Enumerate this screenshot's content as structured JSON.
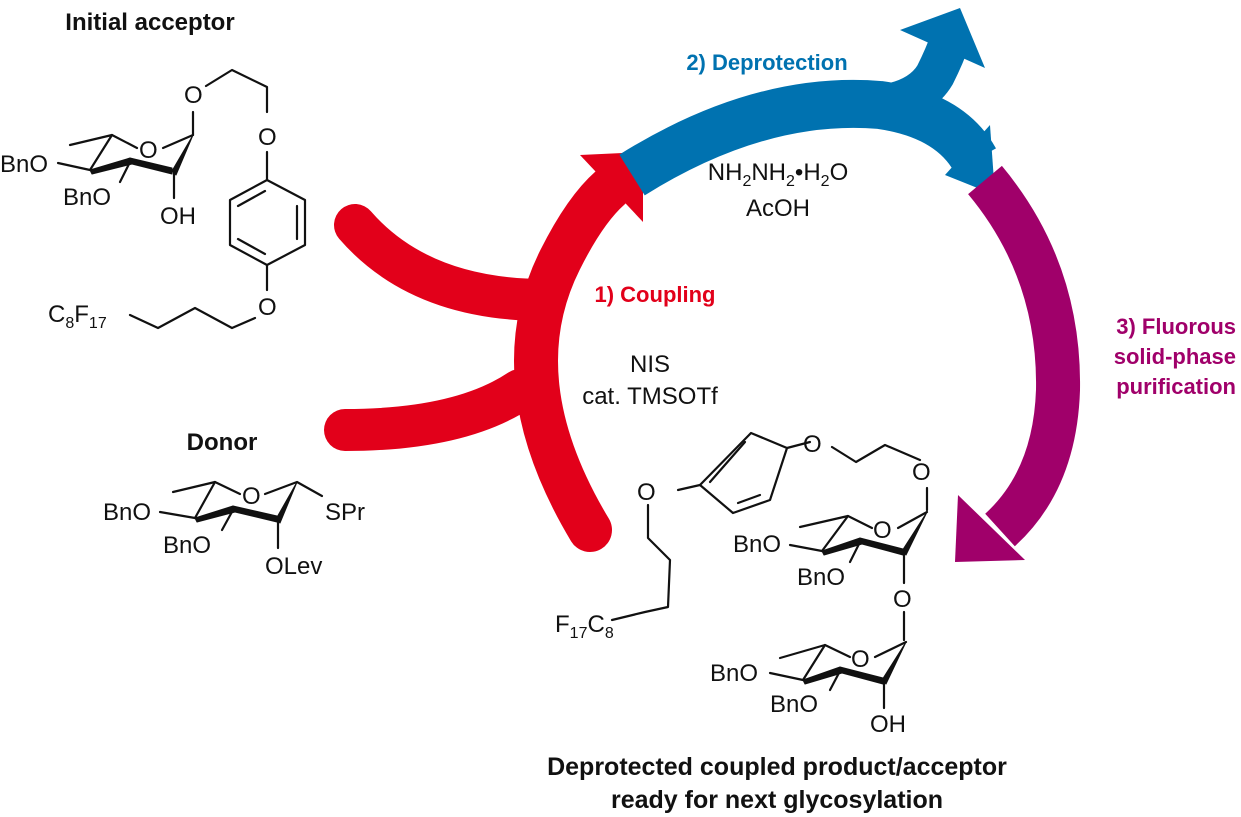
{
  "colors": {
    "coupling": "#e2001a",
    "deprotection": "#0072b0",
    "purification": "#a0006a",
    "text": "#111111"
  },
  "labels": {
    "initial_acceptor": "Initial acceptor",
    "donor": "Donor",
    "step1": "1) Coupling",
    "step2": "2) Deprotection",
    "step3_line1": "3) Fluorous",
    "step3_line2": "solid-phase",
    "step3_line3": "purification",
    "reagents1_line1": "NIS",
    "reagents1_line2": "cat. TMSOTf",
    "reagents2_line2": "AcOH",
    "product_line1": "Deprotected coupled product/acceptor",
    "product_line2": "ready for next glycosylation"
  },
  "reagents2_formula": {
    "parts": [
      "NH",
      "2",
      "NH",
      "2",
      "•H",
      "2",
      "O"
    ]
  },
  "acceptor": {
    "groups": [
      "BnO",
      "BnO",
      "OH",
      "O",
      "O",
      "O",
      "O"
    ],
    "fluorous_tag": {
      "c": "C",
      "c_sub": "8",
      "f": "F",
      "f_sub": "17"
    }
  },
  "donor_struct": {
    "groups": [
      "BnO",
      "BnO",
      "O",
      "SPr",
      "OLev"
    ]
  },
  "product": {
    "groups": [
      "O",
      "O",
      "O",
      "BnO",
      "BnO",
      "O",
      "O",
      "BnO",
      "BnO",
      "O",
      "OH"
    ],
    "fluorous_tag": {
      "f": "F",
      "f_sub": "17",
      "c": "C",
      "c_sub": "8"
    }
  }
}
